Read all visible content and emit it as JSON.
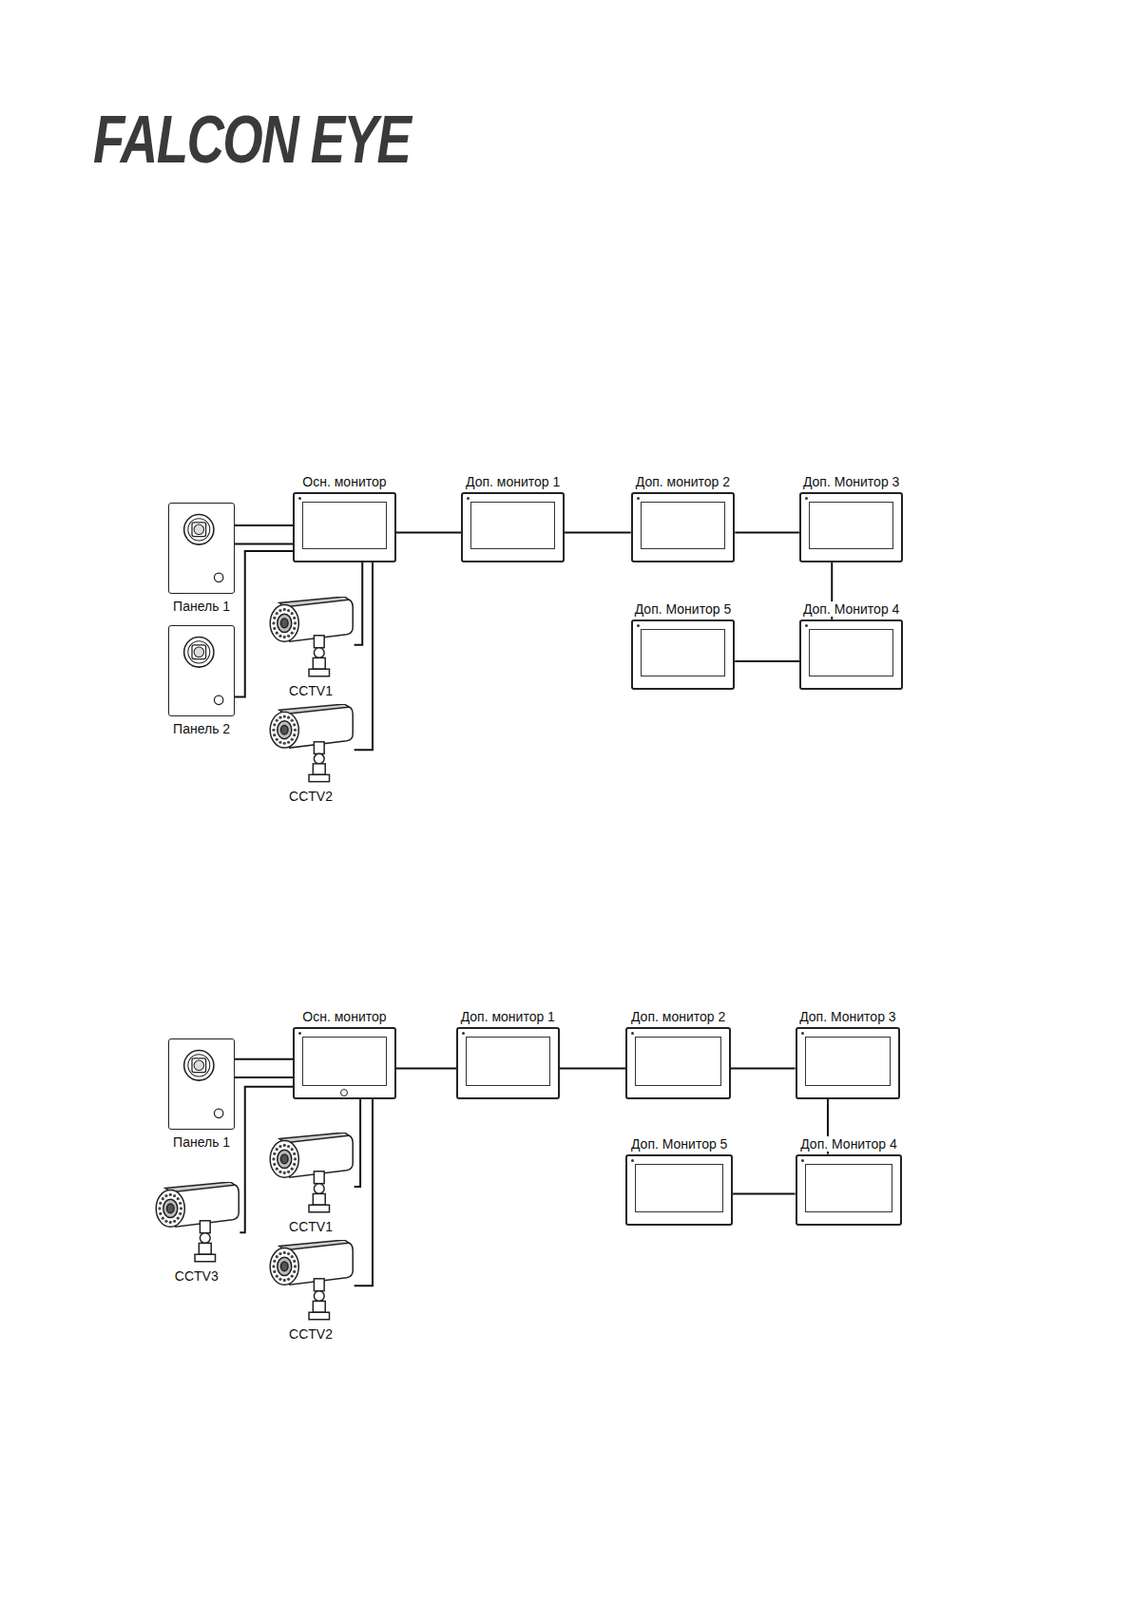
{
  "diagram": {
    "nodes": [
      {
        "text": [
          "Осн. монитор"
        ]
      },
      {
        "text": [
          "Доп. монитор 1"
        ]
      },
      {
        "text": [
          "Доп. монитор 2"
        ]
      },
      {
        "text": [
          "Доп. Монитор 3"
        ]
      },
      {
        "text": [
          "Панель 1"
        ]
      },
      {
        "text": [
          "Доп. Монитор 5"
        ]
      },
      {
        "text": [
          "Доп. Монитор 4"
        ]
      },
      {
        "text": [
          "CCTV1"
        ]
      },
      {
        "text": [
          "Панель 2"
        ]
      },
      {
        "text": [
          "CCTV2"
        ]
      },
      {
        "text": [
          "Осн. монитор"
        ]
      },
      {
        "text": [
          "Доп. монитор 1"
        ]
      },
      {
        "text": [
          "Доп. монитор 2"
        ]
      },
      {
        "text": [
          "Доп. Монитор 3"
        ]
      },
      {
        "text": [
          "Панель 1"
        ]
      },
      {
        "text": [
          "Доп. Монитор 5"
        ]
      },
      {
        "text": [
          "Доп. Монитор 4"
        ]
      },
      {
        "text": [
          "CCTV1"
        ]
      },
      {
        "text": [
          "CCTV3"
        ]
      },
      {
        "text": [
          "CCTV2"
        ]
      }
    ],
    "edges": [
      {
        "from": 4,
        "to": 0,
        "arrow": "none"
      },
      {
        "from": 4,
        "to": 0,
        "arrow": "none"
      },
      {
        "from": 8,
        "to": 0,
        "arrow": "none"
      },
      {
        "from": 0,
        "to": 7,
        "arrow": "none"
      },
      {
        "from": 0,
        "to": 9,
        "arrow": "none"
      },
      {
        "from": 0,
        "to": 1,
        "arrow": "none"
      },
      {
        "from": 1,
        "to": 2,
        "arrow": "none"
      },
      {
        "from": 2,
        "to": 3,
        "arrow": "none"
      },
      {
        "from": 3,
        "to": 6,
        "arrow": "none"
      },
      {
        "from": 6,
        "to": 5,
        "arrow": "none"
      },
      {
        "from": 14,
        "to": 10,
        "arrow": "none"
      },
      {
        "from": 14,
        "to": 10,
        "arrow": "none"
      },
      {
        "from": 18,
        "to": 10,
        "arrow": "none"
      },
      {
        "from": 10,
        "to": 17,
        "arrow": "none"
      },
      {
        "from": 10,
        "to": 19,
        "arrow": "none"
      },
      {
        "from": 10,
        "to": 11,
        "arrow": "none"
      },
      {
        "from": 11,
        "to": 12,
        "arrow": "none"
      },
      {
        "from": 12,
        "to": 13,
        "arrow": "none"
      },
      {
        "from": 13,
        "to": 16,
        "arrow": "none"
      },
      {
        "from": 16,
        "to": 15,
        "arrow": "none"
      }
    ],
    "labels": [
      "FALCON EYE"
    ]
  }
}
